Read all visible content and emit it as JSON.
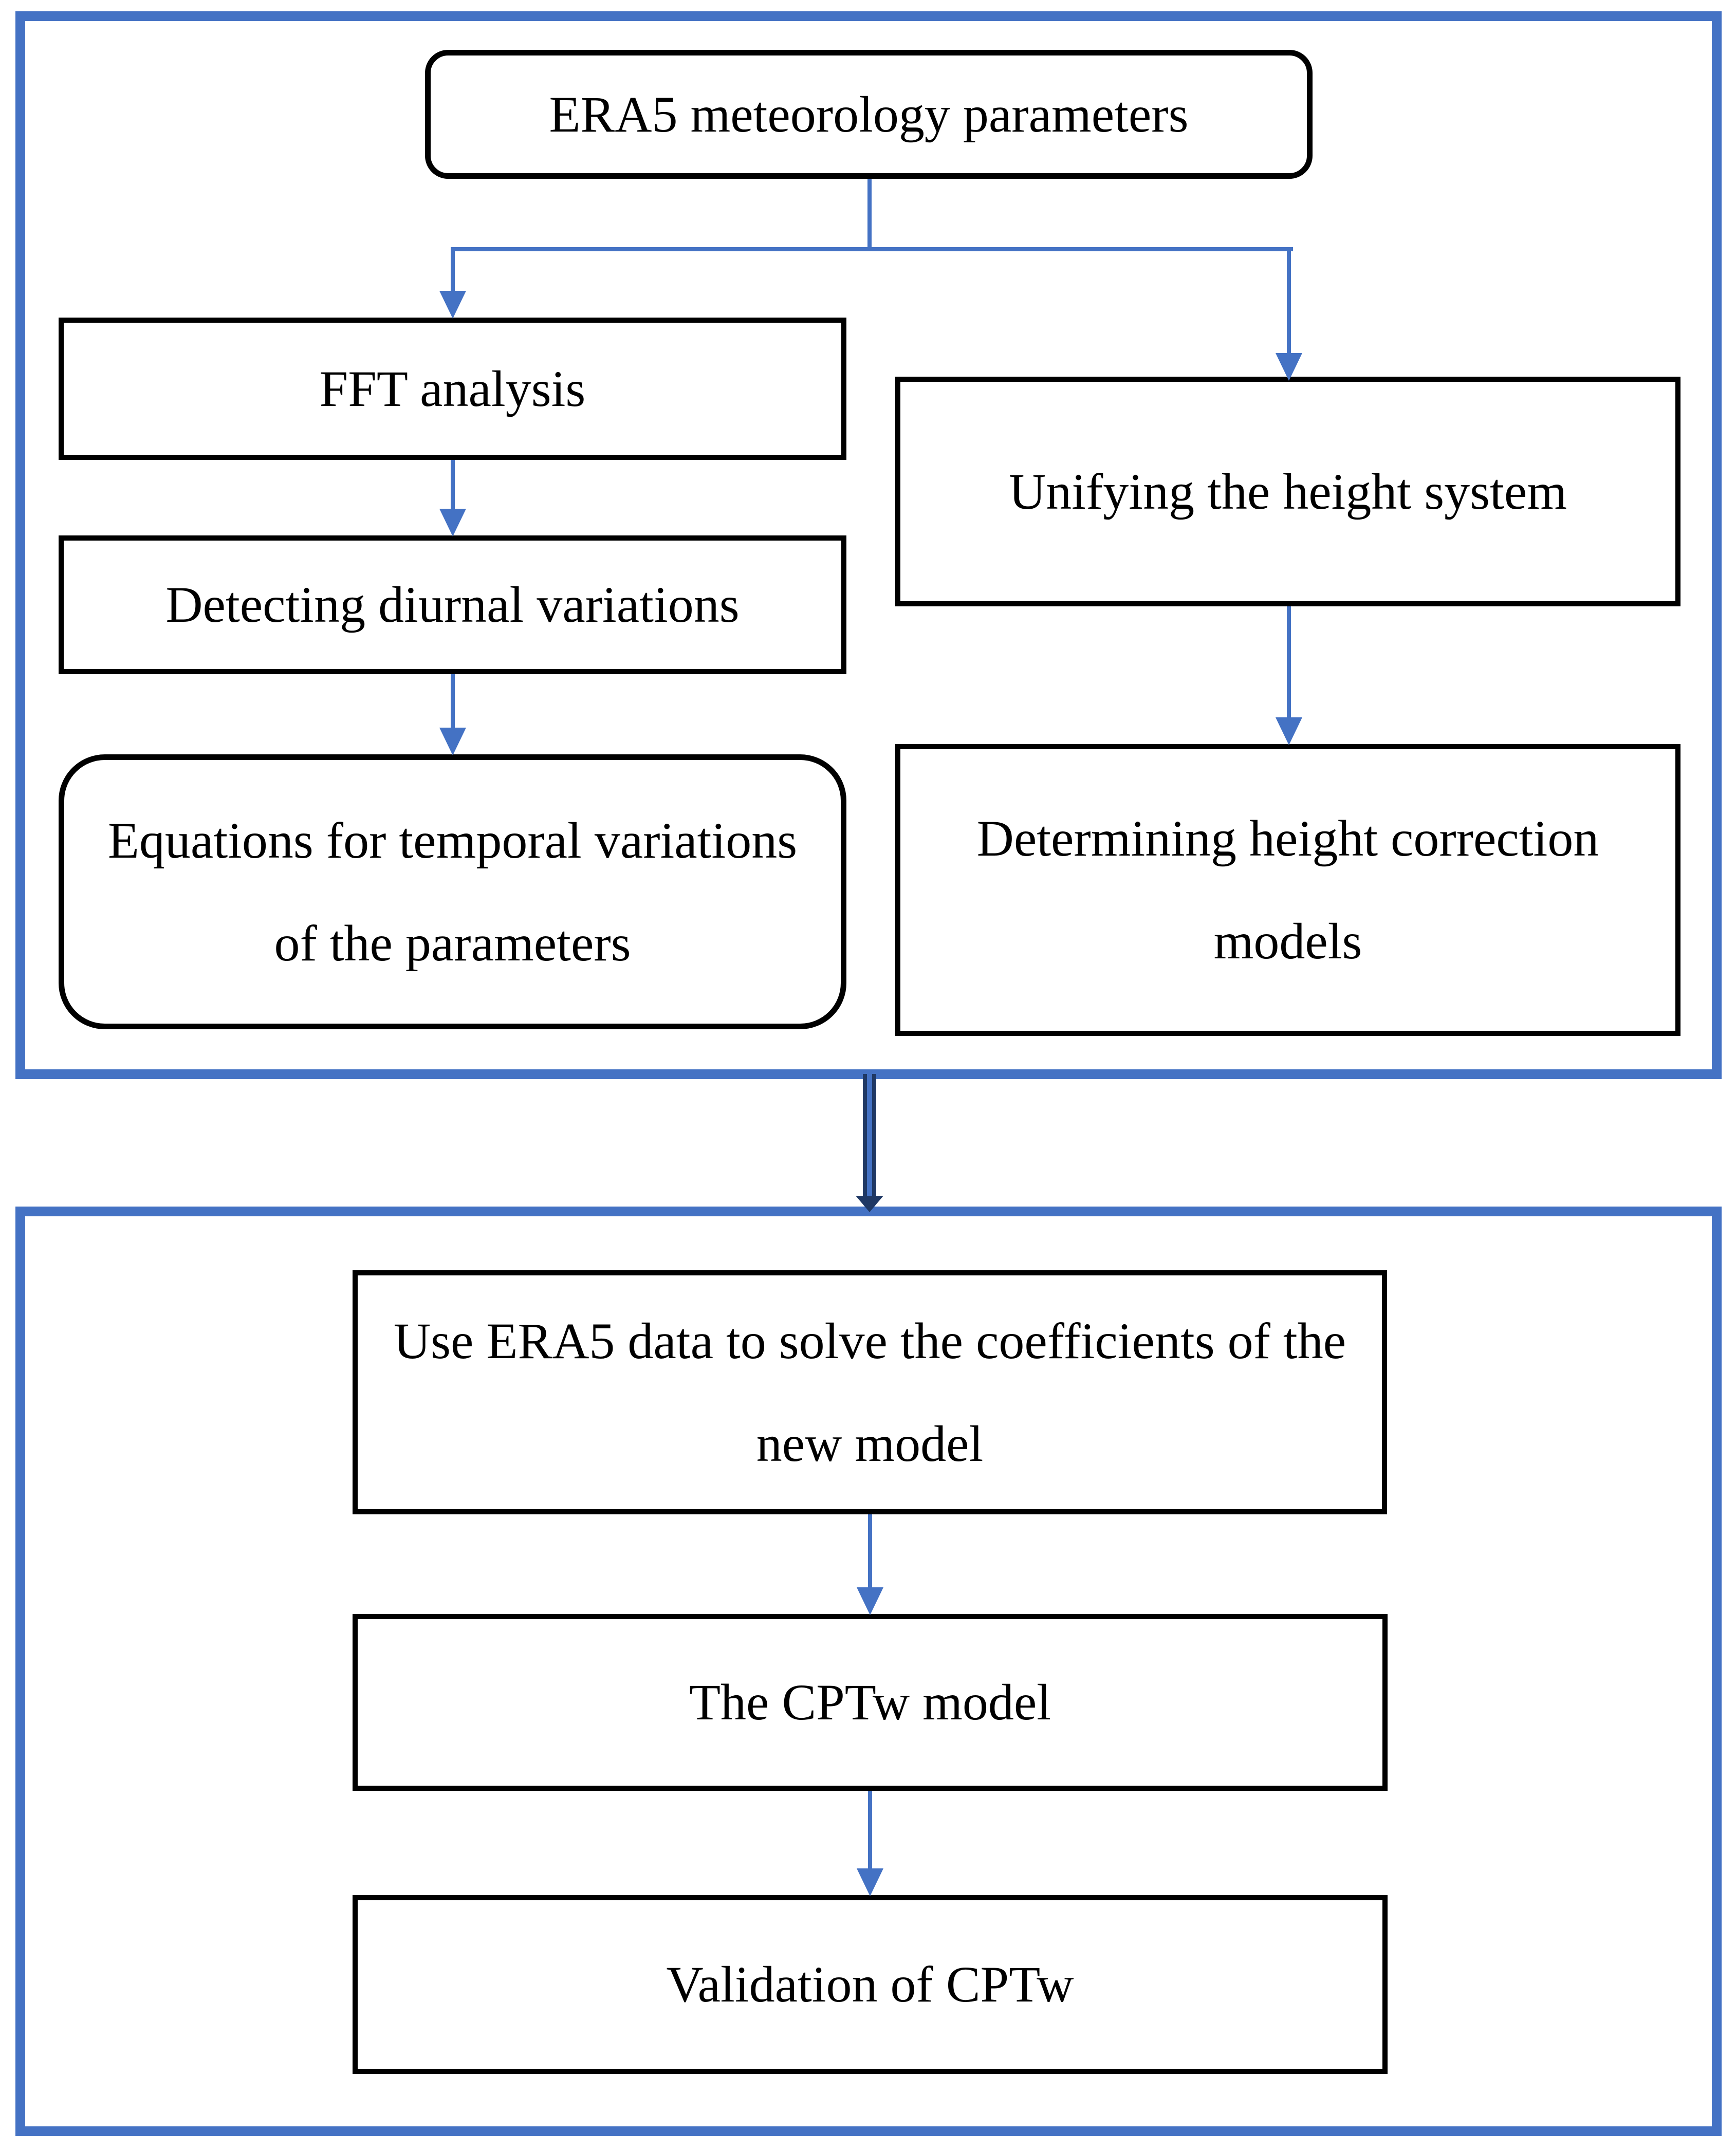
{
  "colors": {
    "accent_blue": "#4472C4",
    "navy": "#1F3864",
    "box_border": "#000000",
    "background": "#FFFFFF"
  },
  "flowchart": {
    "top_section": {
      "era5": "ERA5 meteorology parameters",
      "fft": "FFT analysis",
      "detecting": "Detecting diurnal variations",
      "equations_line1": "Equations for temporal variations",
      "equations_line2": "of the parameters",
      "unifying": "Unifying the height system",
      "determining_line1": "Determining height correction",
      "determining_line2": "models"
    },
    "bottom_section": {
      "solve_line1": "Use ERA5 data to solve the coefficients of the",
      "solve_line2": "new model",
      "cptw": "The CPTw model",
      "validation": "Validation of CPTw"
    }
  }
}
